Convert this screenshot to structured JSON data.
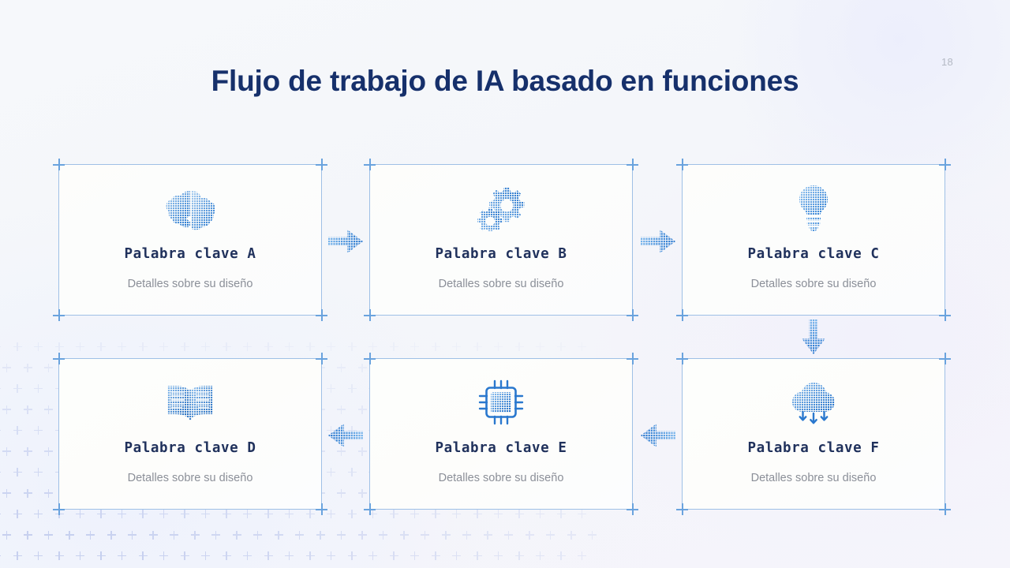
{
  "slide": {
    "page_number": "18",
    "title": "Flujo de trabajo de IA basado en funciones",
    "colors": {
      "background": "#f4f6fa",
      "title": "#16306b",
      "card_border": "#9fc0e6",
      "card_title": "#20315c",
      "card_subtitle": "#8b8f98",
      "accent_blue": "#2f7fd6",
      "accent_light": "#7fb4e8",
      "corner_mark": "#6aa3de",
      "page_number": "#b4b9c4",
      "pattern": "#aebbe8"
    }
  },
  "cards": [
    {
      "id": "a",
      "title": "Palabra clave A",
      "subtitle": "Detalles sobre su diseño",
      "icon": "brain-icon"
    },
    {
      "id": "b",
      "title": "Palabra clave B",
      "subtitle": "Detalles sobre su diseño",
      "icon": "gears-icon"
    },
    {
      "id": "c",
      "title": "Palabra clave C",
      "subtitle": "Detalles sobre su diseño",
      "icon": "lightbulb-icon"
    },
    {
      "id": "d",
      "title": "Palabra clave D",
      "subtitle": "Detalles sobre su diseño",
      "icon": "open-book-icon"
    },
    {
      "id": "e",
      "title": "Palabra clave E",
      "subtitle": "Detalles sobre su diseño",
      "icon": "cpu-chip-icon"
    },
    {
      "id": "f",
      "title": "Palabra clave F",
      "subtitle": "Detalles sobre su diseño",
      "icon": "cloud-download-icon"
    }
  ],
  "connectors": [
    {
      "id": "a-b",
      "from": "a",
      "to": "b",
      "direction": "right",
      "icon": "arrow-right-icon"
    },
    {
      "id": "b-c",
      "from": "b",
      "to": "c",
      "direction": "right",
      "icon": "arrow-right-icon"
    },
    {
      "id": "c-f",
      "from": "c",
      "to": "f",
      "direction": "down",
      "icon": "arrow-down-icon"
    },
    {
      "id": "f-e",
      "from": "f",
      "to": "e",
      "direction": "left",
      "icon": "arrow-left-icon"
    },
    {
      "id": "e-d",
      "from": "e",
      "to": "d",
      "direction": "left",
      "icon": "arrow-left-icon"
    }
  ]
}
